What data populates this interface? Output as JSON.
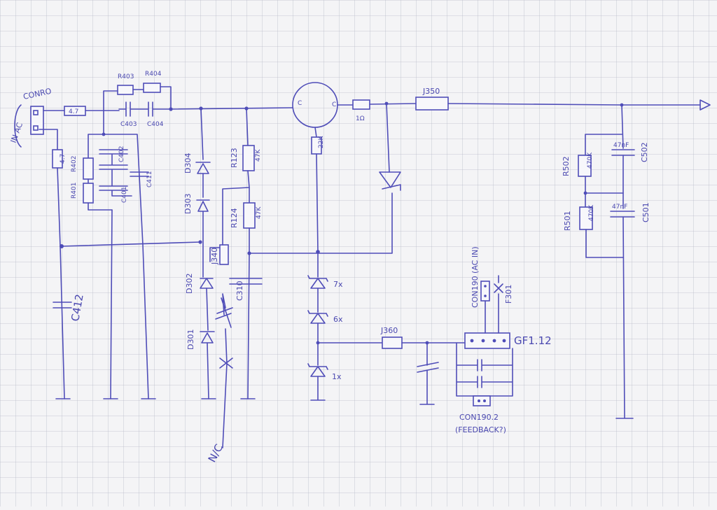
{
  "labels": {
    "conn_con_ro": "CONRO",
    "in_ac": "IN AC",
    "r_top_left": "4.7",
    "r_vert_left": "4.7",
    "r403": "R403",
    "r404": "R404",
    "c403": "C403",
    "c404": "C404",
    "r402": "R402",
    "r401": "R401",
    "c402": "C402",
    "c401": "C401",
    "c411": "C411",
    "c412": "C412",
    "d304": "D304",
    "d303": "D303",
    "d302": "D302",
    "d301": "D301",
    "r123": "R123",
    "r123_val": "47K",
    "r124": "R124",
    "r124_val": "47K",
    "j340": "J340",
    "c310": "C310",
    "nc": "N/C",
    "transistor_c": "C",
    "transistor_r": "C",
    "r_base": "22K",
    "r_1r": "1Ω",
    "j350": "J350",
    "zener_7": "7x",
    "zener_6": "6x",
    "zener_1": "1x",
    "j360": "J360",
    "con190_ac": "CON190 (AC IN)",
    "f301": "F301",
    "gf112": "GF1.12",
    "con190_2": "CON190.2",
    "feedback": "(FEEDBACK?)",
    "r502": "R502",
    "r502_val": "470K",
    "r501": "R501",
    "r501_val": "470K",
    "c502": "C502",
    "c502_val": "47nF",
    "c501": "C501",
    "c501_val": "47nF"
  }
}
